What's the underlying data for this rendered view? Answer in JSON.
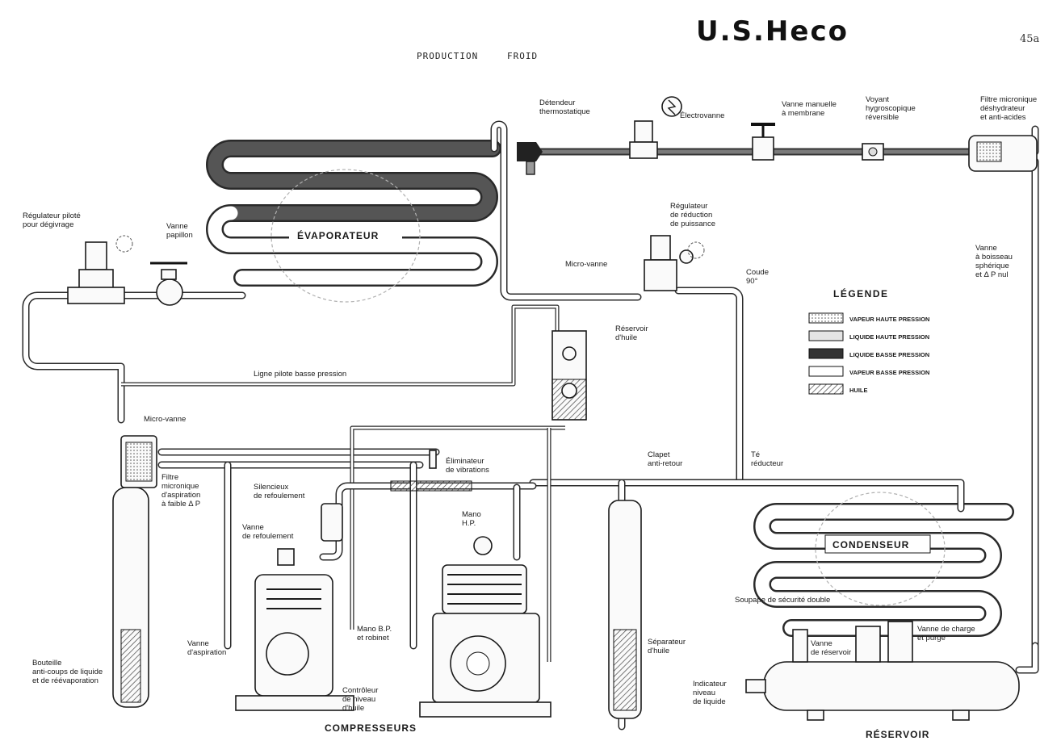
{
  "header": {
    "brand": "U.S.Heco",
    "subtitle_left": "PRODUCTION",
    "subtitle_right": "FROID",
    "page_ref": "45a"
  },
  "components": {
    "evaporateur": "ÉVAPORATEUR",
    "condenseur": "CONDENSEUR",
    "compresseurs": "COMPRESSEURS",
    "reservoir": "RÉSERVOIR"
  },
  "labels": {
    "detendeur": [
      "Détendeur",
      "thermostatique"
    ],
    "electrovanne": [
      "Électrovanne"
    ],
    "vanne_manuelle": [
      "Vanne manuelle",
      "à membrane"
    ],
    "voyant": [
      "Voyant",
      "hygroscopique",
      "réversible"
    ],
    "filtre_deshydrateur": [
      "Filtre micronique",
      "déshydrateur",
      "et anti-acides"
    ],
    "regulateur_degivrage": [
      "Régulateur piloté",
      "pour dégivrage"
    ],
    "vanne_papillon": [
      "Vanne",
      "papillon"
    ],
    "regulateur_puissance": [
      "Régulateur",
      "de réduction",
      "de puissance"
    ],
    "micro_vanne_top": [
      "Micro-vanne"
    ],
    "coude": [
      "Coude",
      "90°"
    ],
    "vanne_boisseau": [
      "Vanne",
      "à boisseau",
      "sphérique",
      "et Δ P nul"
    ],
    "reservoir_huile": [
      "Réservoir",
      "d'huile"
    ],
    "ligne_pilote": [
      "Ligne pilote basse pression"
    ],
    "micro_vanne_left": [
      "Micro-vanne"
    ],
    "filtre_aspiration": [
      "Filtre",
      "micronique",
      "d'aspiration",
      "à faible Δ P"
    ],
    "bouteille": [
      "Bouteille",
      "anti-coups de liquide",
      "et de réévaporation"
    ],
    "eliminateur": [
      "Éliminateur",
      "de vibrations"
    ],
    "clapet": [
      "Clapet",
      "anti-retour"
    ],
    "te_reducteur": [
      "Té",
      "réducteur"
    ],
    "silencieux": [
      "Silencieux",
      "de refoulement"
    ],
    "mano_hp": [
      "Mano",
      "H.P."
    ],
    "vanne_refoulement": [
      "Vanne",
      "de refoulement"
    ],
    "vanne_aspiration": [
      "Vanne",
      "d'aspiration"
    ],
    "mano_bp": [
      "Mano B.P.",
      "et robinet"
    ],
    "controleur_huile": [
      "Contrôleur",
      "de niveau",
      "d'huile"
    ],
    "separateur": [
      "Séparateur",
      "d'huile"
    ],
    "soupape": [
      "Soupape de sécurité double"
    ],
    "vanne_reservoir": [
      "Vanne",
      "de réservoir"
    ],
    "vanne_charge": [
      "Vanne de charge",
      "et purge"
    ],
    "indicateur": [
      "Indicateur",
      "niveau",
      "de liquide"
    ]
  },
  "legend": {
    "title": "LÉGENDE",
    "items": [
      {
        "label": "VAPEUR HAUTE PRESSION",
        "style": "dotted"
      },
      {
        "label": "LIQUIDE HAUTE PRESSION",
        "style": "light"
      },
      {
        "label": "LIQUIDE BASSE PRESSION",
        "style": "dark"
      },
      {
        "label": "VAPEUR BASSE PRESSION",
        "style": "outline"
      },
      {
        "label": "HUILE",
        "style": "hatched"
      }
    ]
  }
}
